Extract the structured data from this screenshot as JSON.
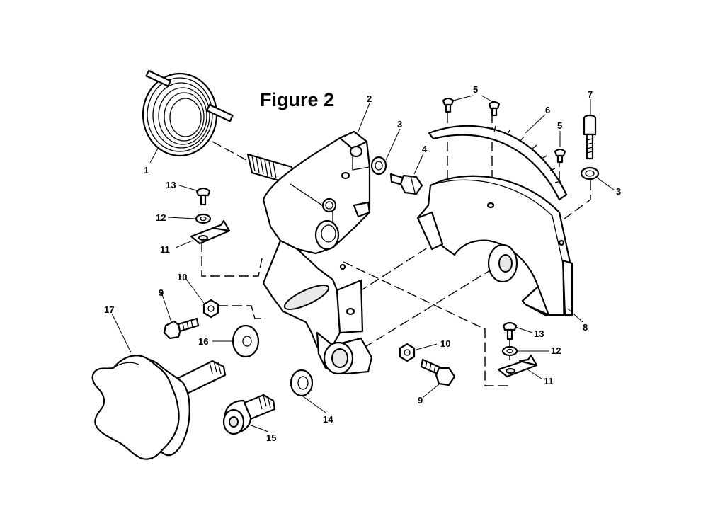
{
  "figure": {
    "title": "Figure 2"
  },
  "callouts": [
    {
      "id": "c1",
      "label": "1"
    },
    {
      "id": "c2",
      "label": "2"
    },
    {
      "id": "c3a",
      "label": "3"
    },
    {
      "id": "c3b",
      "label": "3"
    },
    {
      "id": "c4",
      "label": "4"
    },
    {
      "id": "c5a",
      "label": "5"
    },
    {
      "id": "c5b",
      "label": "5"
    },
    {
      "id": "c6",
      "label": "6"
    },
    {
      "id": "c7",
      "label": "7"
    },
    {
      "id": "c8",
      "label": "8"
    },
    {
      "id": "c9a",
      "label": "9"
    },
    {
      "id": "c9b",
      "label": "9"
    },
    {
      "id": "c10a",
      "label": "10"
    },
    {
      "id": "c10b",
      "label": "10"
    },
    {
      "id": "c11a",
      "label": "11"
    },
    {
      "id": "c11b",
      "label": "11"
    },
    {
      "id": "c12a",
      "label": "12"
    },
    {
      "id": "c12b",
      "label": "12"
    },
    {
      "id": "c13a",
      "label": "13"
    },
    {
      "id": "c13b",
      "label": "13"
    },
    {
      "id": "c14",
      "label": "14"
    },
    {
      "id": "c15",
      "label": "15"
    },
    {
      "id": "c16",
      "label": "16"
    },
    {
      "id": "c17",
      "label": "17"
    }
  ]
}
